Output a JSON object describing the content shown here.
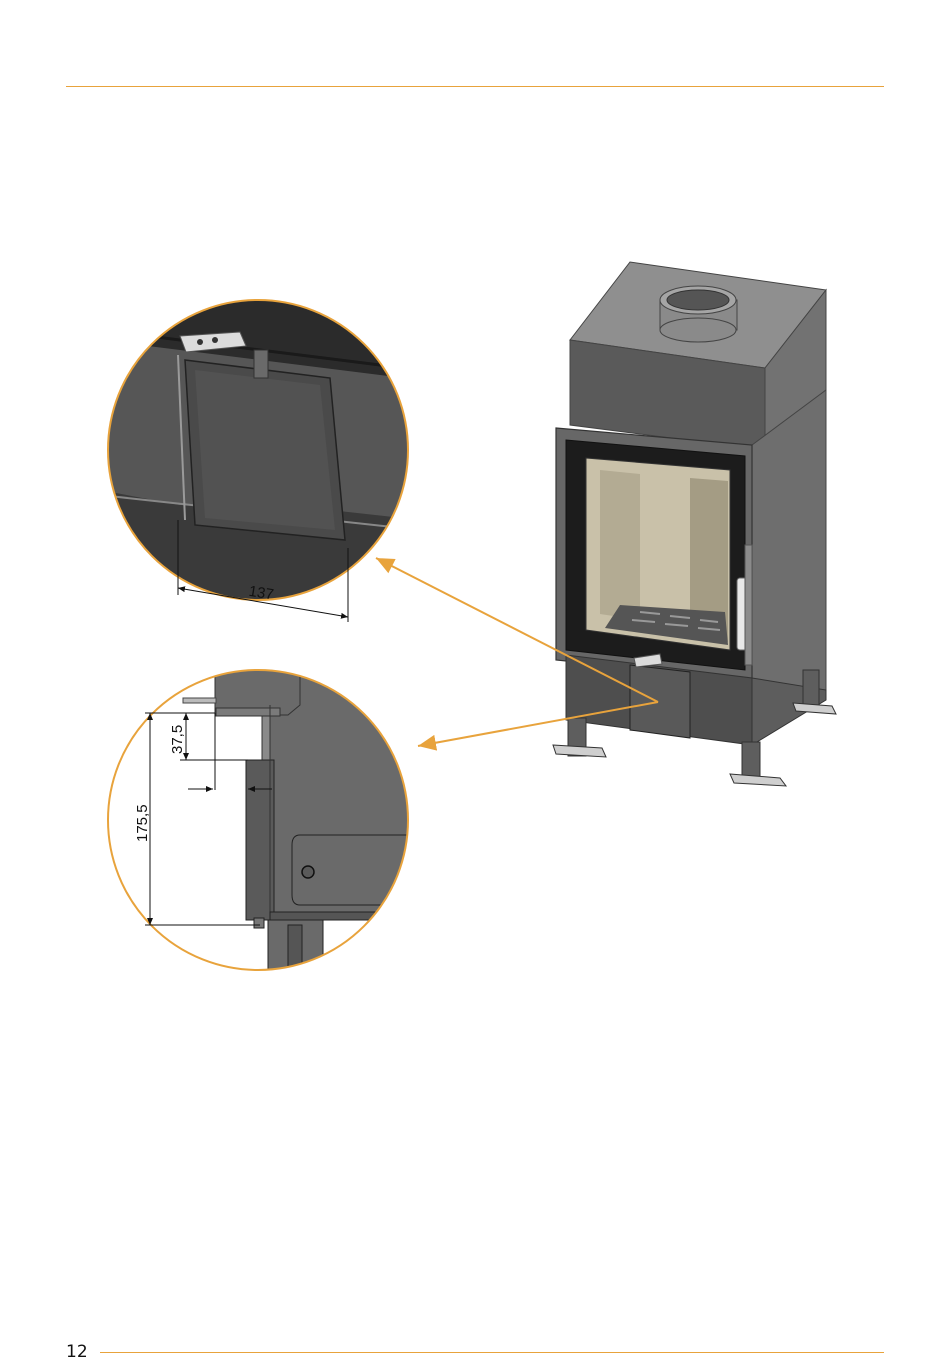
{
  "page": {
    "number": "12"
  },
  "dimensions": {
    "width_front": "137",
    "height_total": "175,5",
    "height_upper": "37,5"
  },
  "colors": {
    "accent": "#e8a33c",
    "steel_dark": "#4a4a4a",
    "steel_mid": "#6b6b6b",
    "steel_light": "#8a8a8a",
    "glass": "#c8c0a8"
  }
}
